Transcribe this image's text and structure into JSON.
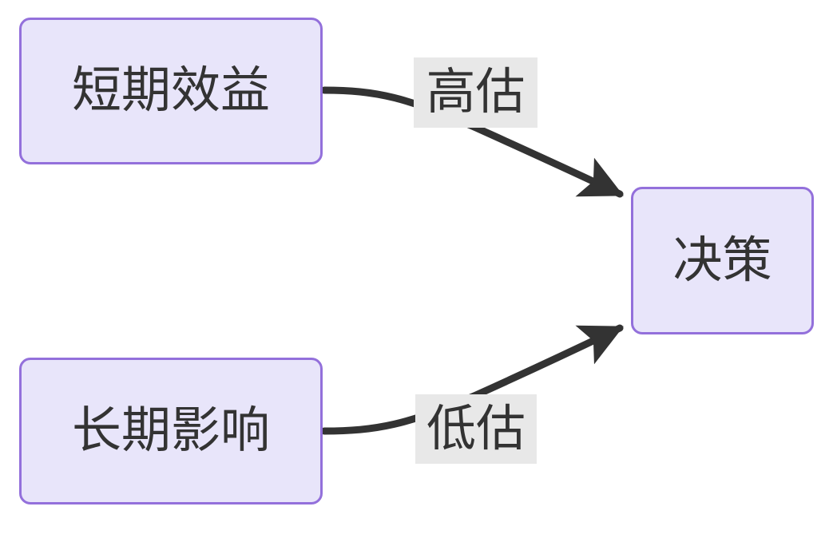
{
  "diagram": {
    "type": "flowchart",
    "direction": "left-to-right",
    "background_color": "#ffffff",
    "node_fill_color": "#E8E5FA",
    "node_border_color": "#9370DB",
    "edge_color": "#333333",
    "text_color": "#333333",
    "edge_label_background": "#E8E8E8",
    "nodes": [
      {
        "id": "short_term",
        "label": "短期效益",
        "shape": "rounded-rect",
        "position": "top-left"
      },
      {
        "id": "long_term",
        "label": "长期影响",
        "shape": "rounded-rect",
        "position": "bottom-left"
      },
      {
        "id": "decision",
        "label": "决策",
        "shape": "rounded-rect",
        "position": "right-middle"
      }
    ],
    "edges": [
      {
        "id": "edge_short_to_decision",
        "from": "short_term",
        "to": "decision",
        "label": "高估",
        "arrow": "arrowhead-end"
      },
      {
        "id": "edge_long_to_decision",
        "from": "long_term",
        "to": "decision",
        "label": "低估",
        "arrow": "arrowhead-end"
      }
    ]
  }
}
